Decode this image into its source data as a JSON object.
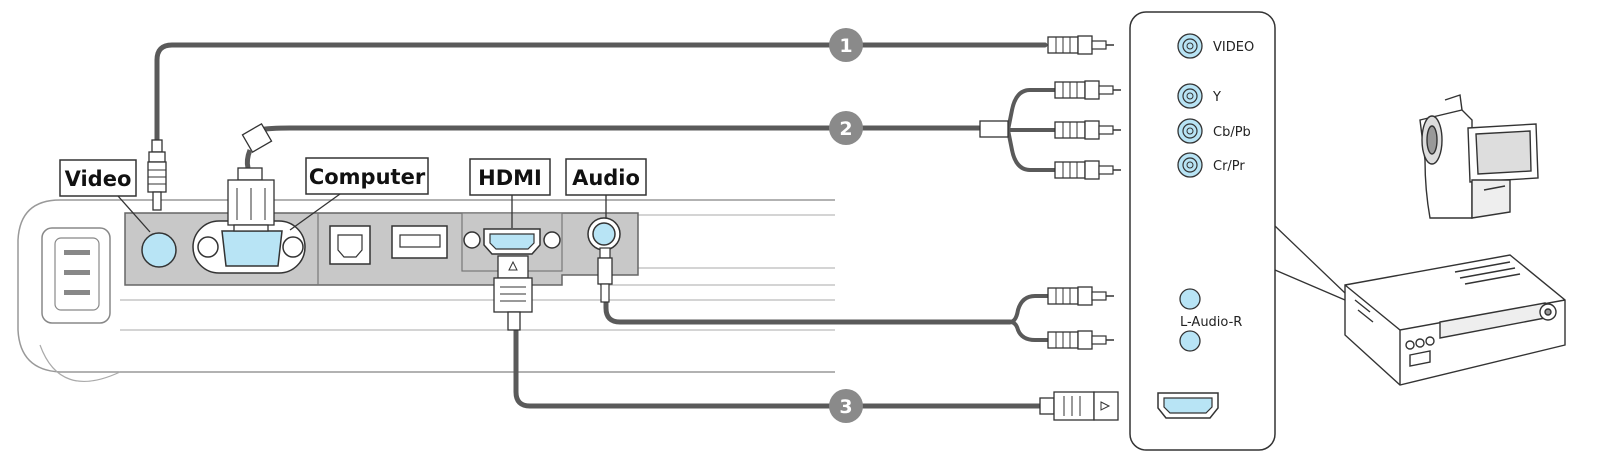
{
  "projector_labels": {
    "video": "Video",
    "computer": "Computer",
    "hdmi": "HDMI",
    "audio": "Audio"
  },
  "cable_numbers": [
    "1",
    "2",
    "3"
  ],
  "source_panel": {
    "video": "VIDEO",
    "y": "Y",
    "cb_pb": "Cb/Pb",
    "cr_pr": "Cr/Pr",
    "audio": "L-Audio-R"
  },
  "colors": {
    "port_fill": "#b8e4f5",
    "cable": "#5a5a5a",
    "badge": "#8a8a8a",
    "panel_grey": "#c8c8c8",
    "outline": "#333333"
  },
  "icons": [
    "camcorder-icon",
    "video-player-icon",
    "hdmi-port-icon",
    "rca-plug-icon",
    "vga-connector-icon"
  ]
}
